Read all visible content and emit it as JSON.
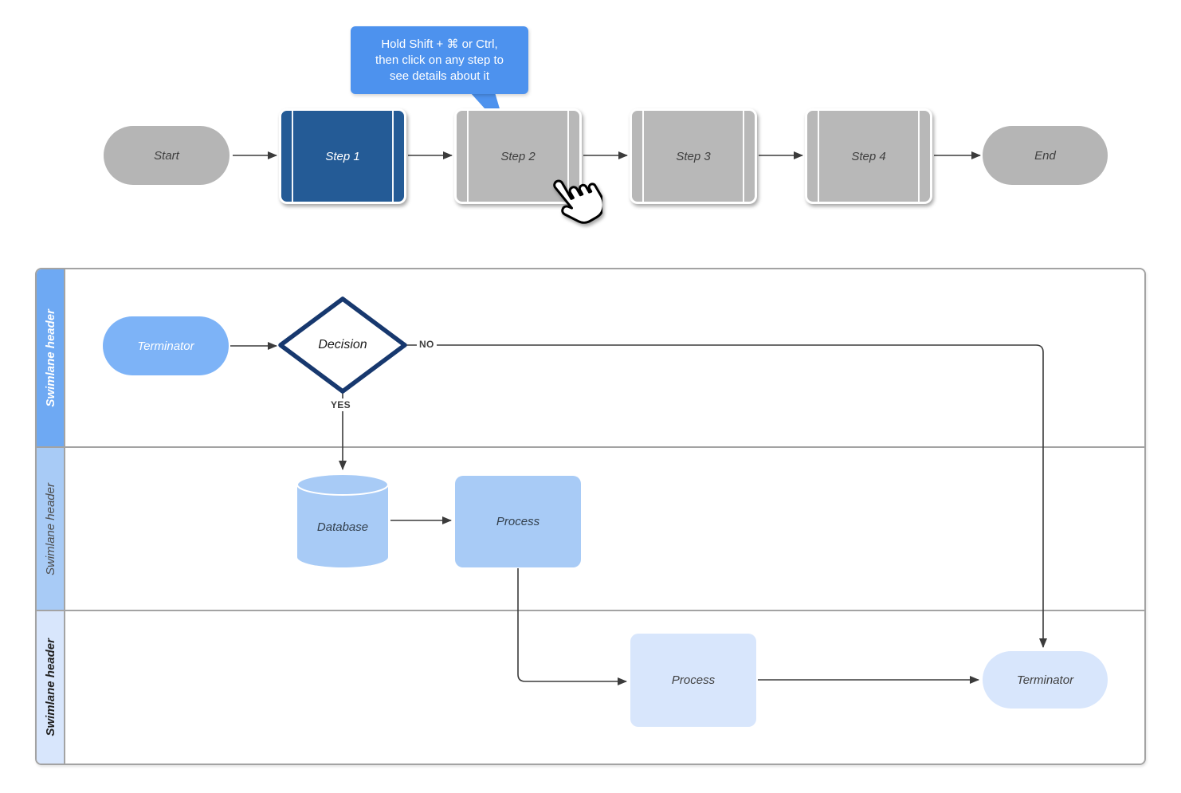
{
  "top_flow": {
    "tooltip": {
      "lines": [
        "Hold Shift + ⌘ or Ctrl,",
        "then click on any step to",
        "see details about it"
      ]
    },
    "nodes": [
      {
        "label": "Start"
      },
      {
        "label": "Step 1"
      },
      {
        "label": "Step 2"
      },
      {
        "label": "Step 3"
      },
      {
        "label": "Step 4"
      },
      {
        "label": "End"
      }
    ]
  },
  "swimlane_pool": {
    "lanes": [
      {
        "header": "Swimlane header"
      },
      {
        "header": "Swimlane header"
      },
      {
        "header": "Swimlane header"
      }
    ],
    "shapes": {
      "terminator_in": "Terminator",
      "decision": "Decision",
      "database": "Database",
      "process_mid": "Process",
      "process_bottom": "Process",
      "terminator_out": "Terminator"
    },
    "edge_labels": {
      "no": "NO",
      "yes": "YES"
    }
  },
  "colors": {
    "selected_step_blue": "#245b96",
    "step_gray": "#b8b8b8",
    "terminator_gray": "#b5b5b5",
    "tooltip_blue": "#4d92ee",
    "lane1_header_blue": "#6ea9f3",
    "lane2_header_blue": "#a8cbf6",
    "lane3_header_blue": "#d8e6fc",
    "shape_blue_medium": "#7db3f7",
    "shape_blue_light": "#a8cbf6",
    "shape_blue_pale": "#d8e6fc",
    "decision_border_navy": "#17386e",
    "connector_dark": "#3b3b3b"
  }
}
